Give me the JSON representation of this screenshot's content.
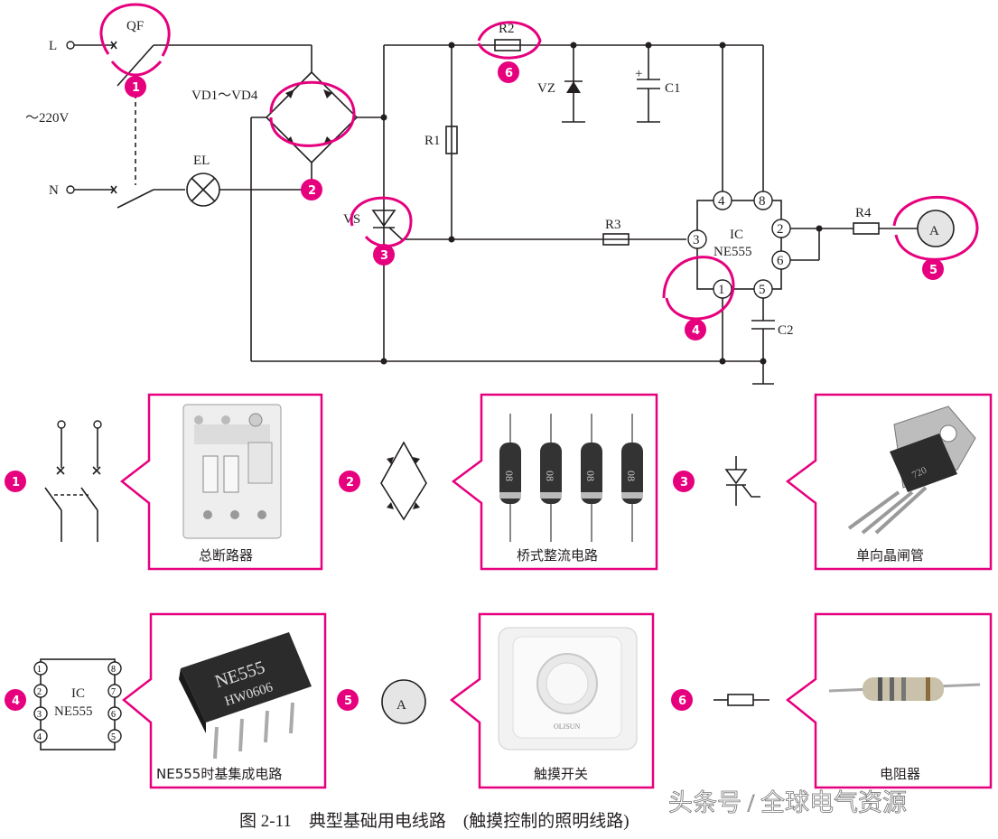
{
  "circuit": {
    "labels": {
      "L": "L",
      "N": "N",
      "qf": "QF",
      "ac": "～220V",
      "bridge": "VD1～VD4",
      "el": "EL",
      "r1": "R1",
      "r2": "R2",
      "r3": "R3",
      "r4": "R4",
      "vz": "VZ",
      "c1": "C1",
      "c2": "C2",
      "vs": "VS",
      "ic": "IC",
      "ic_model": "NE555",
      "meter": "A",
      "c1_plus": "+"
    },
    "ic_pins": [
      "4",
      "8",
      "3",
      "2",
      "6",
      "1",
      "5"
    ],
    "badges": [
      "1",
      "2",
      "3",
      "4",
      "5",
      "6"
    ]
  },
  "components": [
    {
      "num": "1",
      "caption": "总断路器",
      "photo": "circuit-breaker"
    },
    {
      "num": "2",
      "caption": "桥式整流电路",
      "photo": "rectifier-diodes",
      "diode_marks": [
        "08",
        "08",
        "08",
        "08"
      ]
    },
    {
      "num": "3",
      "caption": "单向晶闸管",
      "photo": "thyristor",
      "text": "720"
    },
    {
      "num": "4",
      "caption": "NE555时基集成电路",
      "photo": "ne555-chip",
      "chip_text": [
        "NE555",
        "HW0606"
      ],
      "symbol": {
        "ic": "IC",
        "model": "NE555",
        "left_pins": [
          "1",
          "2",
          "3",
          "4"
        ],
        "right_pins": [
          "8",
          "7",
          "6",
          "5"
        ]
      }
    },
    {
      "num": "5",
      "caption": "触摸开关",
      "photo": "touch-switch",
      "brand": "OLISUN",
      "symbol": "A"
    },
    {
      "num": "6",
      "caption": "电阻器",
      "photo": "resistor"
    }
  ],
  "figure_caption": "图 2-11　典型基础用电线路　(触摸控制的照明线路)",
  "watermark": "头条号 / 全球电气资源",
  "colors": {
    "accent": "#e6007e",
    "ink": "#231f20"
  }
}
